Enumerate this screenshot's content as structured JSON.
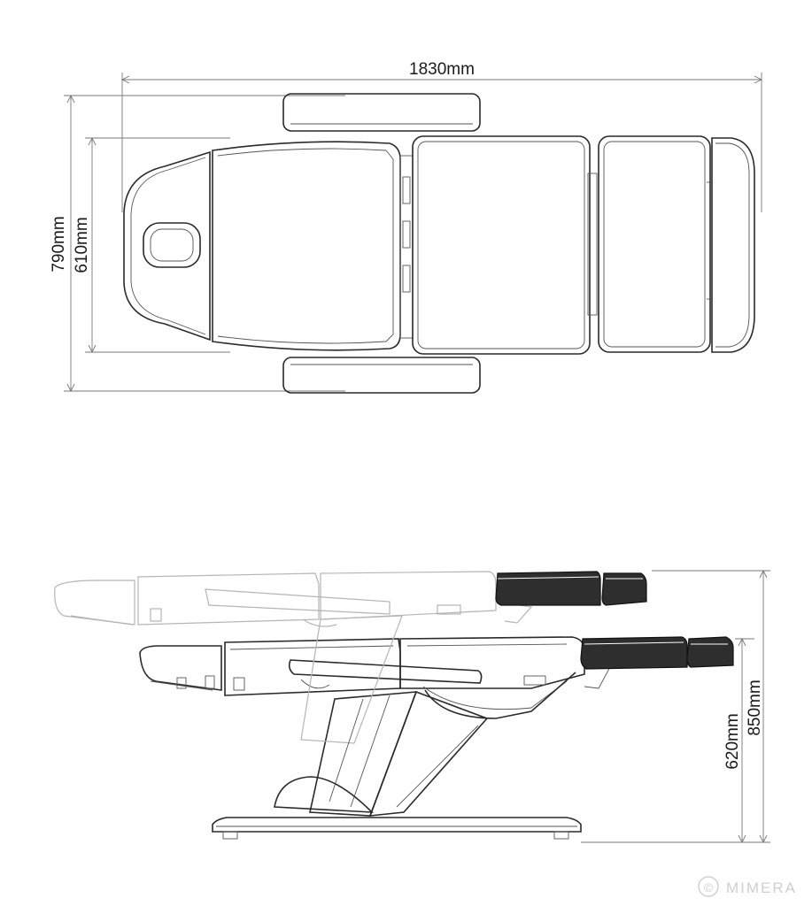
{
  "dimensions": {
    "overall_length": "1830mm",
    "overall_width": "790mm",
    "seat_width": "610mm",
    "min_height": "620mm",
    "max_height": "850mm"
  },
  "watermark": {
    "symbol": "©",
    "text": "MIMERA"
  }
}
